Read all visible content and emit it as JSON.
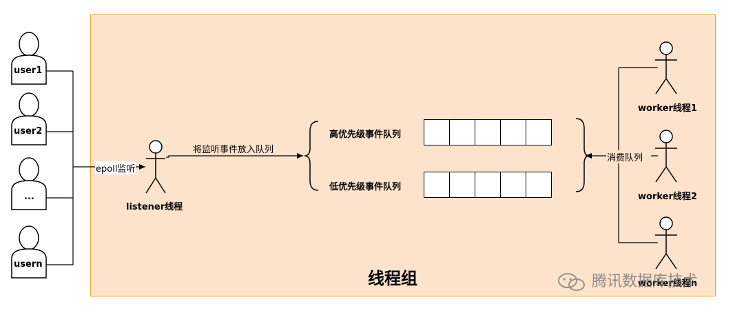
{
  "users": [
    "user1",
    "user2",
    "...",
    "usern"
  ],
  "listener": {
    "label": "listener线程",
    "epoll_label": "epoll监听",
    "enqueue_label": "将监听事件放入队列"
  },
  "queues": [
    {
      "label": "高优先级事件队列",
      "cells": 5
    },
    {
      "label": "低优先级事件队列",
      "cells": 5
    }
  ],
  "consume_label": "消费队列",
  "workers": [
    "worker线程1",
    "worker线程2",
    "worker线程n"
  ],
  "group_title": "线程组",
  "watermark": {
    "text": "腾讯数据库技术",
    "icon": "wechat-icon"
  },
  "colors": {
    "group_fill": "#fde3cb",
    "group_border": "#f0a030"
  }
}
